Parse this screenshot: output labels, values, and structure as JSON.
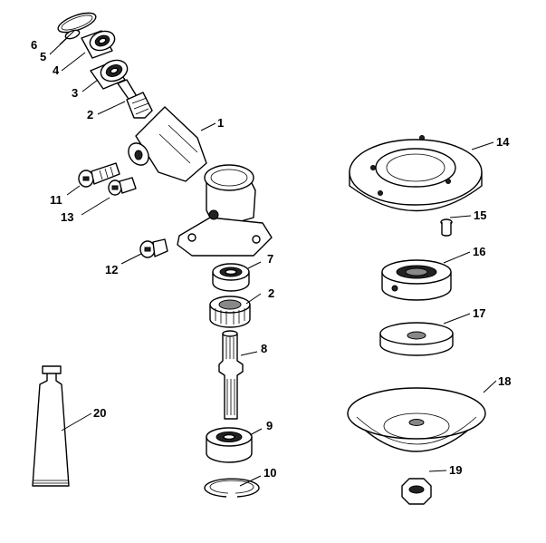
{
  "diagram": {
    "callouts": [
      {
        "id": "c1",
        "text": "1"
      },
      {
        "id": "c2a",
        "text": "2"
      },
      {
        "id": "c2b",
        "text": "2"
      },
      {
        "id": "c3",
        "text": "3"
      },
      {
        "id": "c4",
        "text": "4"
      },
      {
        "id": "c5",
        "text": "5"
      },
      {
        "id": "c6",
        "text": "6"
      },
      {
        "id": "c7",
        "text": "7"
      },
      {
        "id": "c8",
        "text": "8"
      },
      {
        "id": "c9",
        "text": "9"
      },
      {
        "id": "c10",
        "text": "10"
      },
      {
        "id": "c11",
        "text": "11"
      },
      {
        "id": "c12",
        "text": "12"
      },
      {
        "id": "c13",
        "text": "13"
      },
      {
        "id": "c14",
        "text": "14"
      },
      {
        "id": "c15",
        "text": "15"
      },
      {
        "id": "c16",
        "text": "16"
      },
      {
        "id": "c17",
        "text": "17"
      },
      {
        "id": "c18",
        "text": "18"
      },
      {
        "id": "c19",
        "text": "19"
      },
      {
        "id": "c20",
        "text": "20"
      }
    ]
  }
}
